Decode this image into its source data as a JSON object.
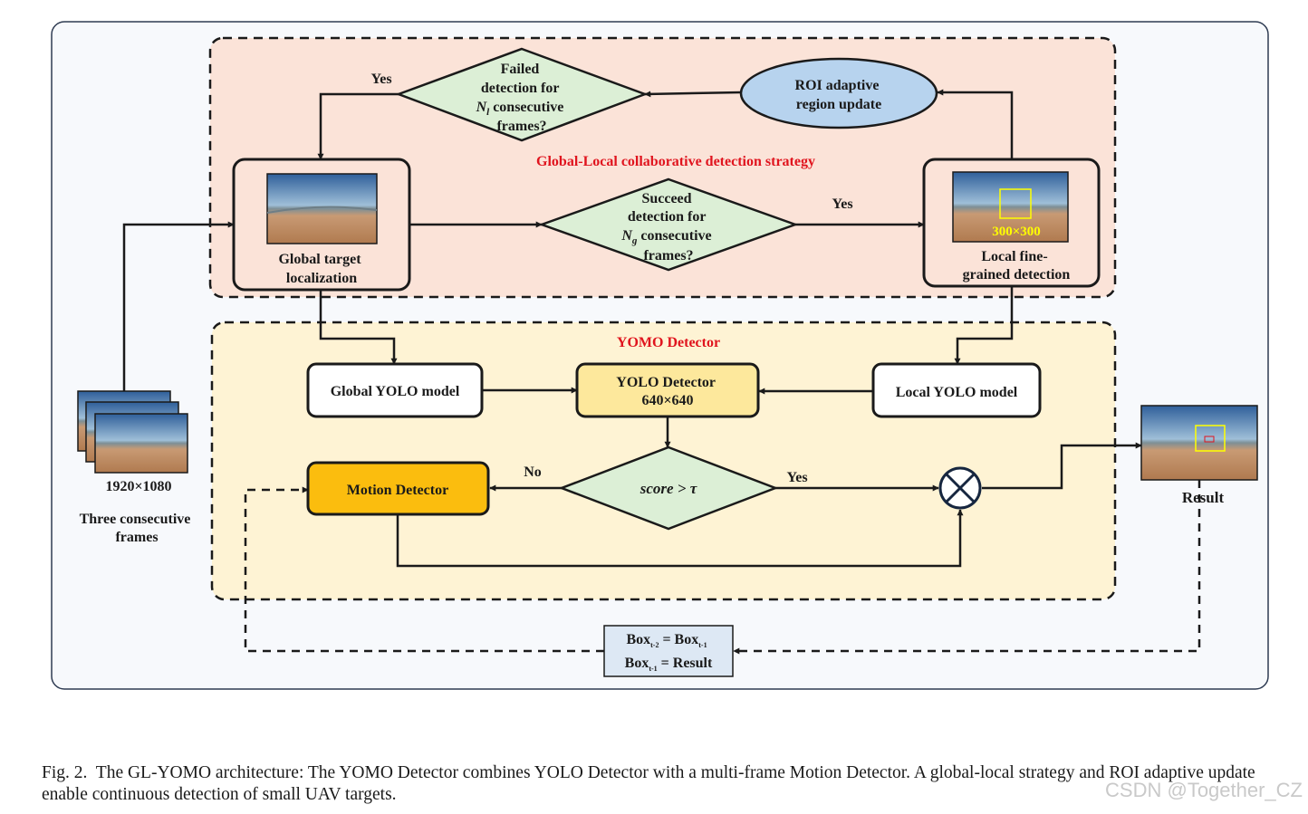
{
  "diagram": {
    "global_local_title": "Global-Local collaborative detection strategy",
    "yomo_title": "YOMO Detector",
    "failed_diamond": {
      "line1": "Failed",
      "line2": "detection for",
      "line3_var": "N",
      "line3_sub": "l",
      "line3_rest": " consecutive",
      "line4": "frames?"
    },
    "succeed_diamond": {
      "line1": "Succeed",
      "line2": "detection for",
      "line3_var": "N",
      "line3_sub": "g",
      "line3_rest": " consecutive",
      "line4": "frames?"
    },
    "roi_ellipse": {
      "line1": "ROI adaptive",
      "line2": "region update"
    },
    "global_box": {
      "line1": "Global target",
      "line2": "localization"
    },
    "local_box": {
      "line1": "Local fine-",
      "line2": "grained detection",
      "crop_label": "300×300"
    },
    "global_yolo": "Global YOLO model",
    "local_yolo": "Local YOLO model",
    "yolo_detector": {
      "line1": "YOLO Detector",
      "line2": "640×640"
    },
    "motion_detector": "Motion Detector",
    "score_diamond": "score > τ",
    "edge_labels": {
      "yes_failed": "Yes",
      "yes_succeed": "Yes",
      "no_score": "No",
      "yes_score": "Yes"
    },
    "frames": {
      "resolution": "1920×1080",
      "line1": "Three consecutive",
      "line2": "frames"
    },
    "result_label": "Result",
    "update_box": {
      "line1_a": "Box",
      "line1_a_sub": "t-2",
      "line1_eq": " = Box",
      "line1_b_sub": "t-1",
      "line2_a": "Box",
      "line2_a_sub": "t-1",
      "line2_eq": " = Result"
    },
    "colors": {
      "global_local_bg": "#fbe3d8",
      "yomo_bg": "#fef3d4",
      "diamond_fill": "#dcefd6",
      "roi_fill": "#b7d3ee",
      "yolo_fill": "#fde89c",
      "motion_fill": "#fbbd0e",
      "update_fill": "#dde8f4",
      "title_red": "#e0141e",
      "crop_yellow": "#ffff00"
    }
  },
  "caption": "Fig. 2.  The GL-YOMO architecture: The YOMO Detector combines YOLO Detector with a multi-frame Motion Detector. A global-local strategy and ROI adaptive update enable continuous detection of small UAV targets.",
  "watermark": "CSDN @Together_CZ"
}
